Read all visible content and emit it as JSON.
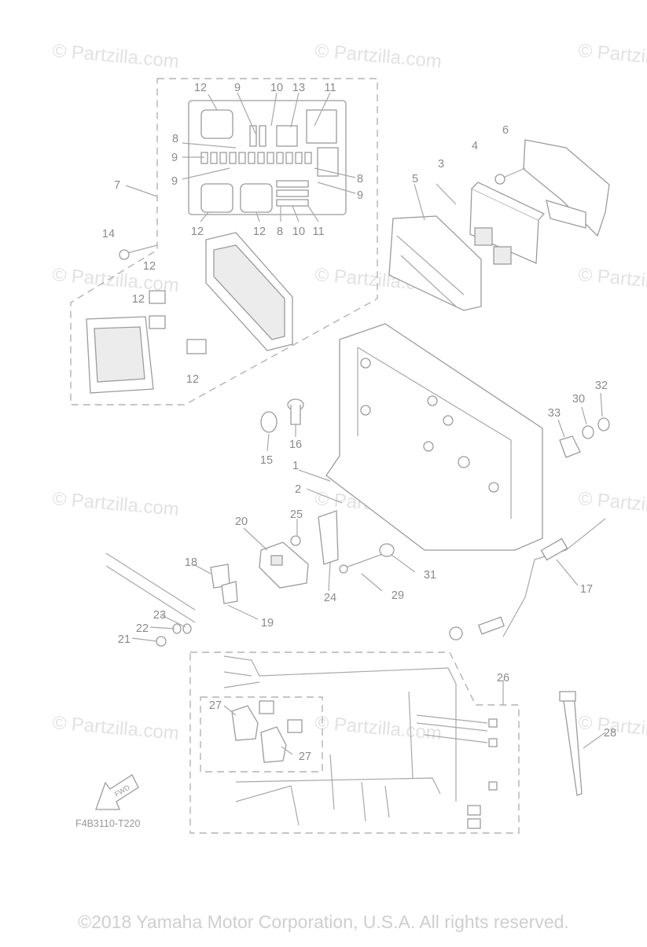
{
  "diagram": {
    "watermark_text": "© Partzilla.com",
    "callouts": [
      "1",
      "2",
      "3",
      "4",
      "5",
      "6",
      "7",
      "8",
      "9",
      "10",
      "11",
      "12",
      "13",
      "14",
      "15",
      "16",
      "17",
      "18",
      "19",
      "20",
      "21",
      "22",
      "23",
      "24",
      "25",
      "26",
      "27",
      "28",
      "29",
      "30",
      "31",
      "32",
      "33"
    ],
    "fwd_label": "FWD",
    "drawing_code": "F4B3110-T220",
    "copyright": "©2018 Yamaha Motor Corporation, U.S.A. All rights reserved.",
    "colors": {
      "line": "#9c9c9c",
      "watermark": "#e2e2e2",
      "background": "#ffffff"
    }
  }
}
